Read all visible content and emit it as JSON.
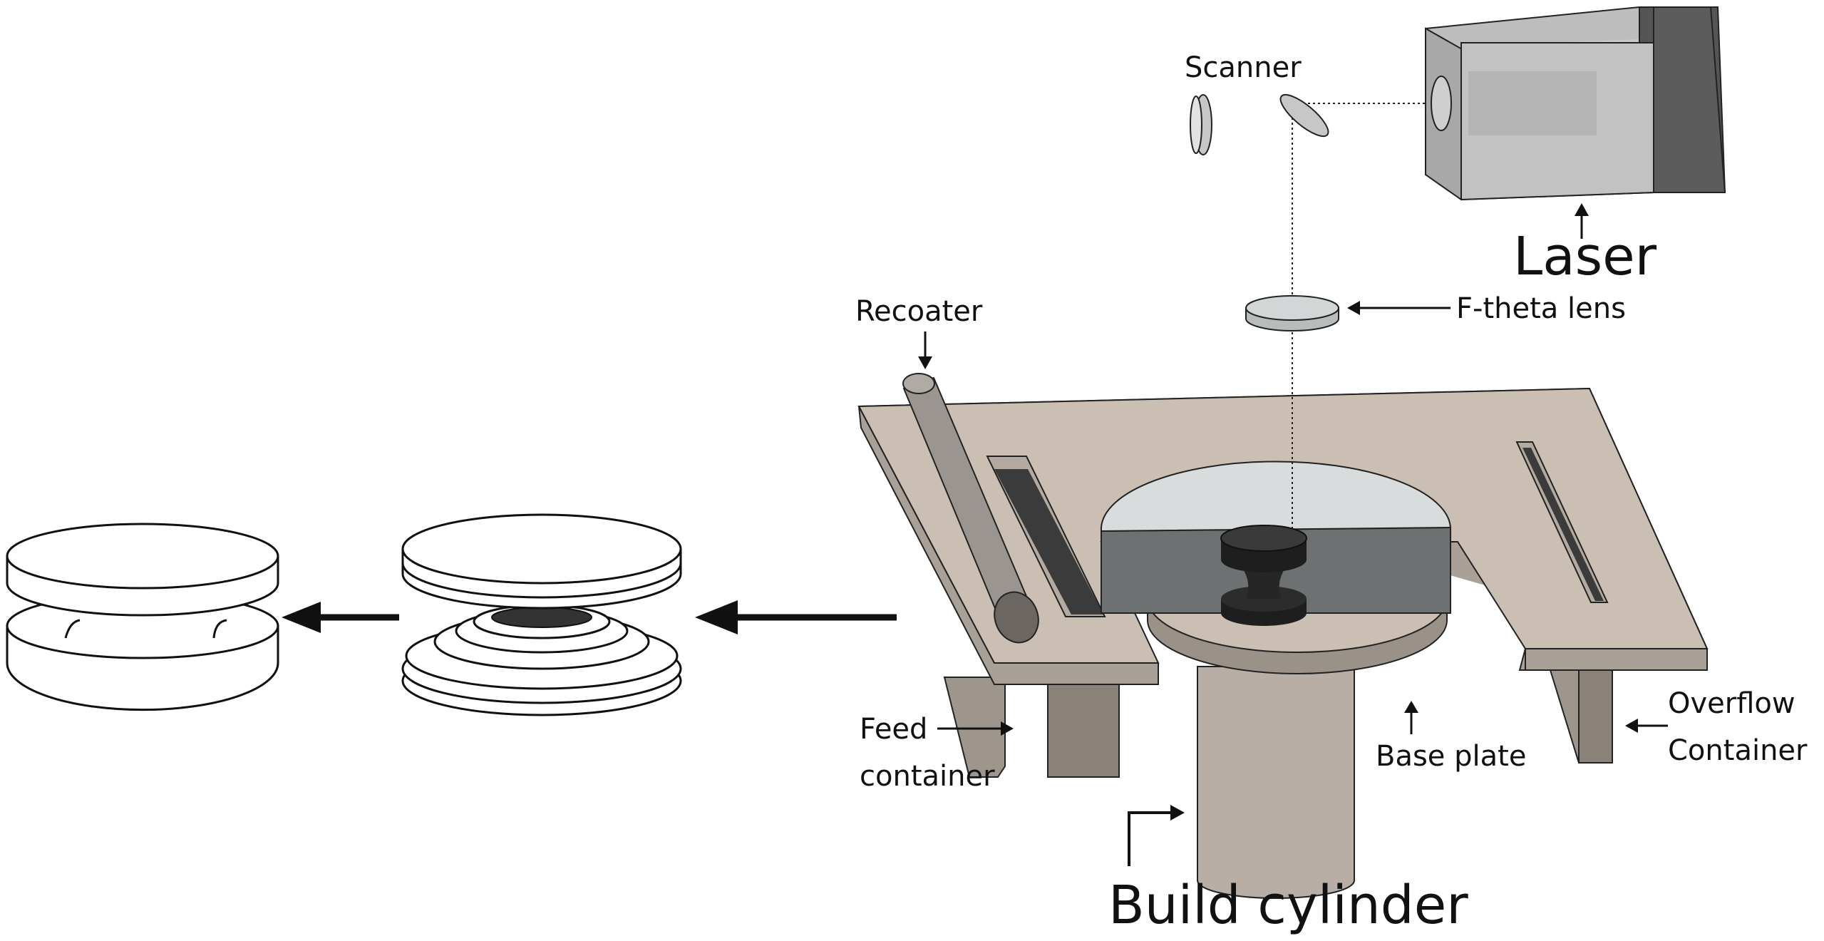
{
  "labels": {
    "scanner": "Scanner",
    "laser": "Laser",
    "f_theta_lens": "F-theta lens",
    "recoater": "Recoater",
    "feed_container_line1": "Feed",
    "feed_container_line2": "container",
    "overflow_container_line1": "Overflow",
    "overflow_container_line2": "Container",
    "base_plate": "Base plate",
    "build_cylinder": "Build cylinder"
  },
  "colors": {
    "platform": "#cbbfb3",
    "platform_dark": "#a9a097",
    "recoater": "#9a9590",
    "slot_dark": "#3b3b3b",
    "laser_body": "#c9c9c9",
    "laser_end": "#5c5c5c",
    "powder_top": "#d8dcdc",
    "powder_side": "#6d7172",
    "part": "#2c2c2c",
    "cylinder": "#b8aea6"
  }
}
